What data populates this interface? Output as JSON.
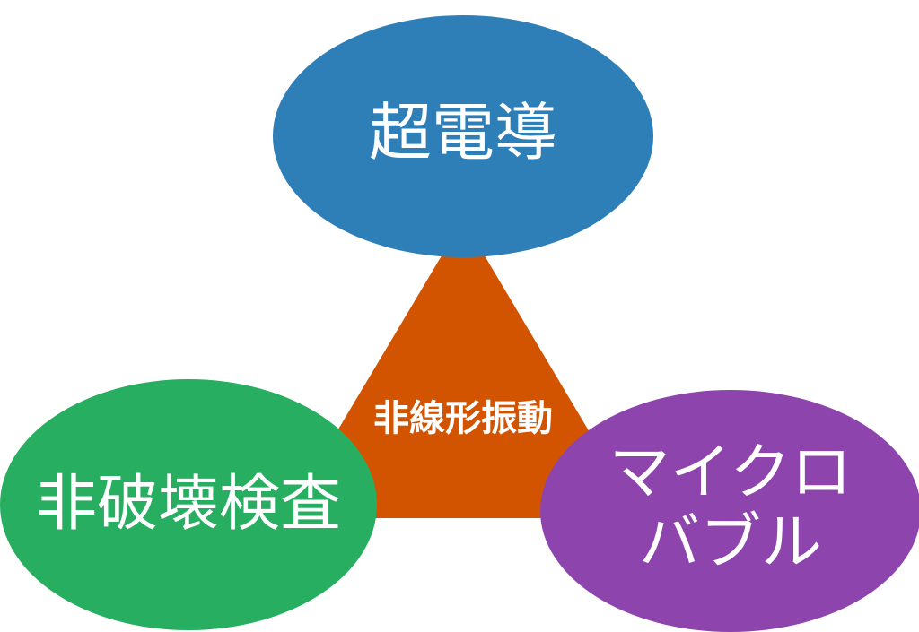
{
  "diagram": {
    "center": {
      "label": "非線形振動",
      "color": "#d35400"
    },
    "nodes": [
      {
        "id": "superconductivity",
        "label_lines": [
          "超電導"
        ],
        "color": "#2e7fb8"
      },
      {
        "id": "nondestructive-testing",
        "label_lines": [
          "非破壊検査"
        ],
        "color": "#27ae60"
      },
      {
        "id": "microbubble",
        "label_lines": [
          "マイクロ",
          "バブル"
        ],
        "color": "#8e44ad"
      }
    ]
  }
}
